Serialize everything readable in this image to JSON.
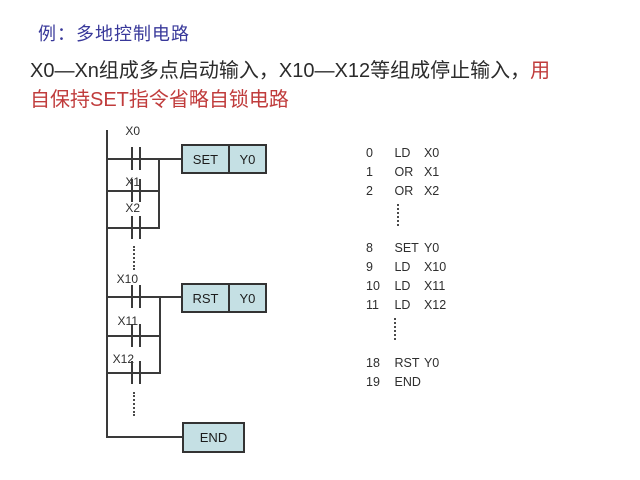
{
  "slide": {
    "title": "例：多地控制电路",
    "body": {
      "line1_black": "X0—Xn组成多点启动输入，X10—X12等组成停止输入，",
      "line1_red": "用",
      "line2_red": "自保持SET指令省略自锁电路"
    }
  },
  "ladder": {
    "contacts": [
      {
        "label": "X0"
      },
      {
        "label": "X1"
      },
      {
        "label": "X2"
      },
      {
        "label": "X10"
      },
      {
        "label": "X11"
      },
      {
        "label": "X12"
      }
    ],
    "coils": [
      {
        "op": "SET",
        "operand": "Y0"
      },
      {
        "op": "RST",
        "operand": "Y0"
      }
    ],
    "end_block": "END"
  },
  "instruction_list": {
    "rows": [
      {
        "step": "0",
        "op": "LD",
        "operand": "X0"
      },
      {
        "step": "1",
        "op": "OR",
        "operand": "X1"
      },
      {
        "step": "2",
        "op": "OR",
        "operand": "X2"
      },
      {
        "step": "8",
        "op": "SET",
        "operand": "Y0"
      },
      {
        "step": "9",
        "op": "LD",
        "operand": "X10"
      },
      {
        "step": "10",
        "op": "LD",
        "operand": "X11"
      },
      {
        "step": "11",
        "op": "LD",
        "operand": "X12"
      },
      {
        "step": "18",
        "op": "RST",
        "operand": "Y0"
      },
      {
        "step": "19",
        "op": "END",
        "operand": ""
      }
    ]
  },
  "colors": {
    "title_blue": "#38389a",
    "accent_red": "#c03c3c",
    "text_black": "#2b2b2b",
    "diagram_line": "#3a3a3a",
    "box_fill": "#c5e0e4"
  }
}
